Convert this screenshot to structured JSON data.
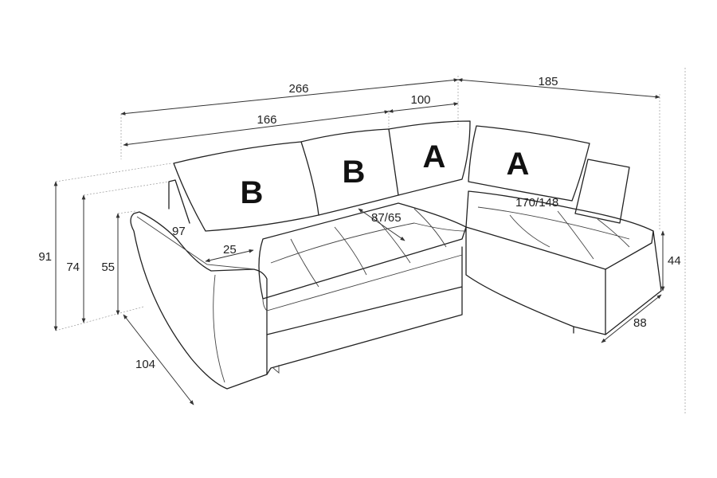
{
  "dimensions": {
    "total_width": "266",
    "chaise_width": "185",
    "main_section_width": "166",
    "corner_section_width": "100",
    "total_height": "91",
    "back_height": "74",
    "armrest_height": "55",
    "seat_height": "44",
    "chaise_depth": "88",
    "total_depth": "104",
    "armrest_length": "97",
    "armrest_width": "25",
    "seat_depth": "87/65",
    "chaise_length": "170/148"
  },
  "cushion_labels": [
    "B",
    "B",
    "A",
    "A"
  ]
}
